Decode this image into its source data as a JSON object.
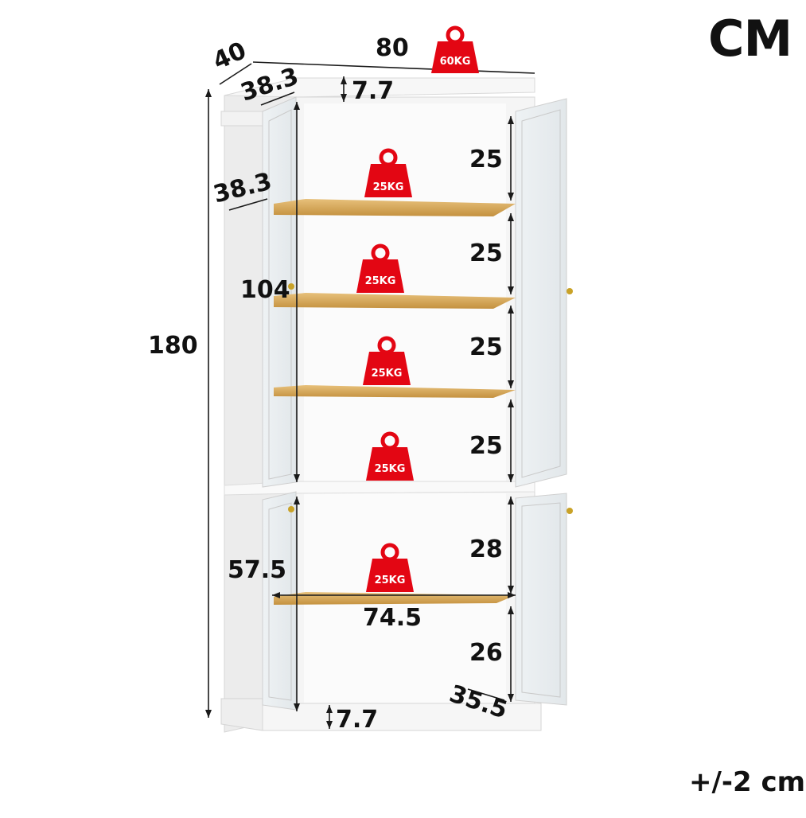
{
  "unit_label": "CM",
  "tolerance": "+/-2 cm",
  "dimensions": {
    "total_width": "80",
    "total_depth": "40",
    "top_inner_depth": "38.3",
    "side_inner_depth": "38.3",
    "top_gap": "7.7",
    "total_height": "180",
    "upper_door_height": "104",
    "lower_door_height": "57.5",
    "shelf_width": "74.5",
    "bottom_depth": "35.5",
    "bottom_gap": "7.7",
    "shelf_gap_1": "25",
    "shelf_gap_2": "25",
    "shelf_gap_3": "25",
    "shelf_gap_4": "25",
    "lower_gap_1": "28",
    "lower_gap_2": "26"
  },
  "load_ratings": {
    "top": "60KG",
    "shelf_1": "25KG",
    "shelf_2": "25KG",
    "shelf_3": "25KG",
    "shelf_4": "25KG",
    "shelf_5": "25KG"
  },
  "colors": {
    "cabinet": "#f4f4f4",
    "cabinet_shade": "#e4e4e4",
    "shelf_wood": "#d9ae62",
    "weight_icon": "#e30613",
    "dimension_line": "#1a1a1a",
    "knob": "#c9a227"
  }
}
